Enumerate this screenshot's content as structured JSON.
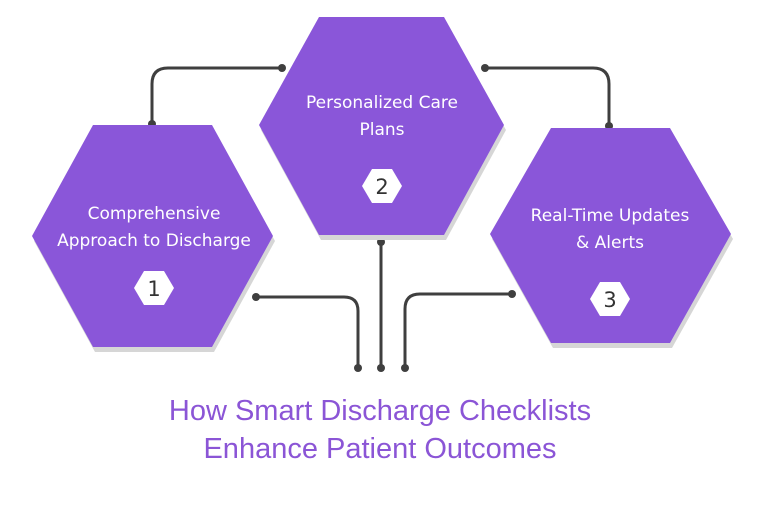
{
  "colors": {
    "hex_fill": "#8a56d9",
    "hex_shadow": "#d6d6d6",
    "connector": "#3f3f3f",
    "badge_fill": "#ffffff",
    "title": "#8b55d6"
  },
  "steps": [
    {
      "number": "1",
      "lines": [
        "Comprehensive",
        "Approach to Discharge"
      ]
    },
    {
      "number": "2",
      "lines": [
        "Personalized Care",
        "Plans"
      ]
    },
    {
      "number": "3",
      "lines": [
        "Real-Time Updates",
        "& Alerts"
      ]
    }
  ],
  "title": {
    "line1": "How Smart Discharge Checklists",
    "line2": "Enhance Patient Outcomes"
  }
}
